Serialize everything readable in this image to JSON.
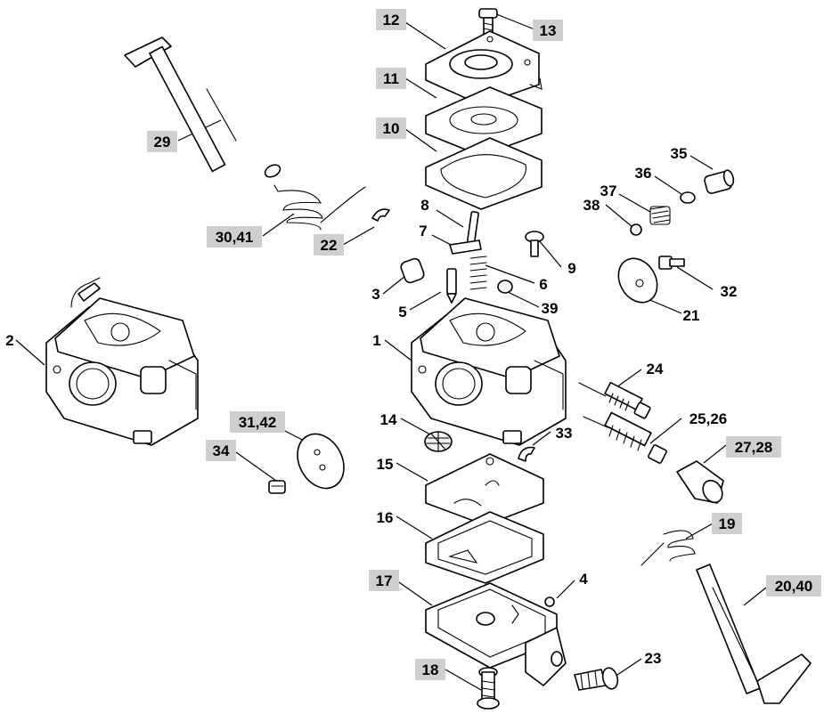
{
  "callouts": [
    {
      "id": "c12",
      "label": "12",
      "boxed": true
    },
    {
      "id": "c13",
      "label": "13",
      "boxed": true
    },
    {
      "id": "c11",
      "label": "11",
      "boxed": true
    },
    {
      "id": "c10",
      "label": "10",
      "boxed": true
    },
    {
      "id": "c29",
      "label": "29",
      "boxed": true
    },
    {
      "id": "c35",
      "label": "35",
      "boxed": false
    },
    {
      "id": "c36",
      "label": "36",
      "boxed": false
    },
    {
      "id": "c37",
      "label": "37",
      "boxed": false
    },
    {
      "id": "c38",
      "label": "38",
      "boxed": false
    },
    {
      "id": "c8",
      "label": "8",
      "boxed": false
    },
    {
      "id": "c7",
      "label": "7",
      "boxed": false
    },
    {
      "id": "c9",
      "label": "9",
      "boxed": false
    },
    {
      "id": "c3041",
      "label": "30,41",
      "boxed": true
    },
    {
      "id": "c22",
      "label": "22",
      "boxed": true
    },
    {
      "id": "c3",
      "label": "3",
      "boxed": false
    },
    {
      "id": "c6",
      "label": "6",
      "boxed": false
    },
    {
      "id": "c5",
      "label": "5",
      "boxed": false
    },
    {
      "id": "c39",
      "label": "39",
      "boxed": false
    },
    {
      "id": "c32",
      "label": "32",
      "boxed": false
    },
    {
      "id": "c21",
      "label": "21",
      "boxed": false
    },
    {
      "id": "c2",
      "label": "2",
      "boxed": false
    },
    {
      "id": "c1",
      "label": "1",
      "boxed": false
    },
    {
      "id": "c24",
      "label": "24",
      "boxed": false
    },
    {
      "id": "c3142",
      "label": "31,42",
      "boxed": true
    },
    {
      "id": "c14",
      "label": "14",
      "boxed": false
    },
    {
      "id": "c2526",
      "label": "25,26",
      "boxed": false
    },
    {
      "id": "c33",
      "label": "33",
      "boxed": false
    },
    {
      "id": "c34",
      "label": "34",
      "boxed": true
    },
    {
      "id": "c2728",
      "label": "27,28",
      "boxed": true
    },
    {
      "id": "c15",
      "label": "15",
      "boxed": false
    },
    {
      "id": "c16",
      "label": "16",
      "boxed": false
    },
    {
      "id": "c19",
      "label": "19",
      "boxed": true
    },
    {
      "id": "c4",
      "label": "4",
      "boxed": false
    },
    {
      "id": "c17",
      "label": "17",
      "boxed": true
    },
    {
      "id": "c2040",
      "label": "20,40",
      "boxed": true
    },
    {
      "id": "c18",
      "label": "18",
      "boxed": true
    },
    {
      "id": "c23",
      "label": "23",
      "boxed": false
    }
  ]
}
